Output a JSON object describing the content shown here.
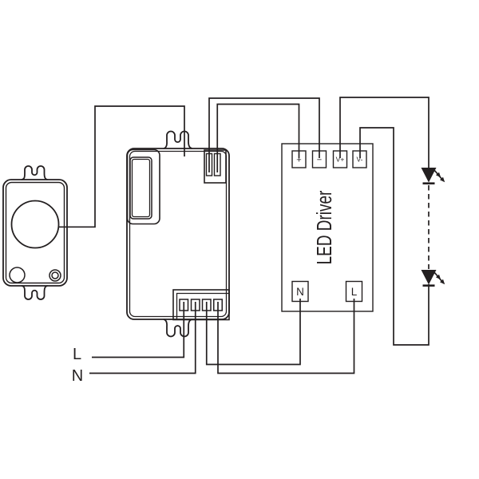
{
  "page": {
    "background": "#ffffff",
    "line_color": "#231f20"
  },
  "labels": {
    "led_driver": "LED Driver",
    "live_input": "L",
    "neutral_input": "N"
  },
  "driver": {
    "terminals_top": [
      {
        "label": "+"
      },
      {
        "label": "−"
      },
      {
        "label": "V+"
      },
      {
        "label": "V-"
      }
    ],
    "terminals_bottom": [
      {
        "label": "N"
      },
      {
        "label": "L"
      }
    ]
  },
  "components": {
    "sensor": "motion-sensor",
    "controller": "sensor-controller",
    "driver": "led-driver",
    "led_string": "led-string"
  }
}
